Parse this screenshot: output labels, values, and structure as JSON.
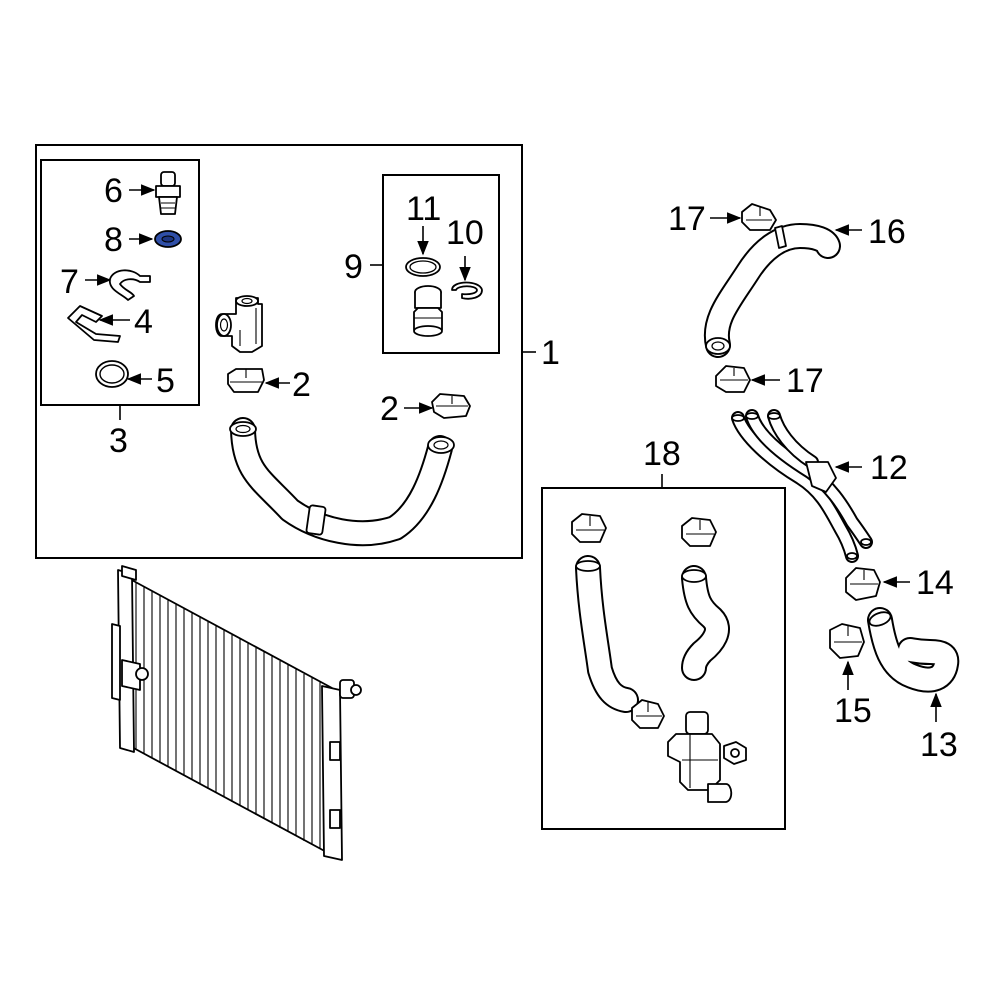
{
  "diagram": {
    "callouts": {
      "c1": "1",
      "c2a": "2",
      "c2b": "2",
      "c3": "3",
      "c4": "4",
      "c5": "5",
      "c6": "6",
      "c7": "7",
      "c8": "8",
      "c9": "9",
      "c10": "10",
      "c11": "11",
      "c12": "12",
      "c13": "13",
      "c14": "14",
      "c15": "15",
      "c16": "16",
      "c17a": "17",
      "c17b": "17",
      "c18": "18"
    },
    "highlight_color": "#2f4fa8",
    "highlighted_part": "8"
  }
}
